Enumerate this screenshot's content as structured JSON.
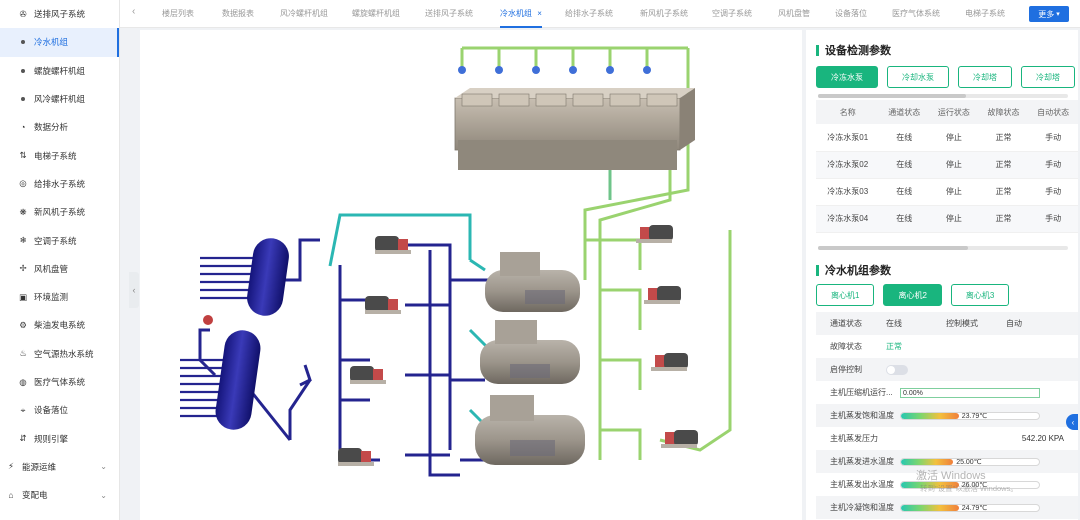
{
  "sidebar": {
    "items": [
      {
        "label": "送排风子系统",
        "icon": "fan-icon",
        "type": "main"
      },
      {
        "label": "冷水机组",
        "icon": "dot",
        "type": "sub",
        "active": true
      },
      {
        "label": "螺旋螺杆机组",
        "icon": "dot",
        "type": "sub"
      },
      {
        "label": "风冷螺杆机组",
        "icon": "dot",
        "type": "sub"
      },
      {
        "label": "数据分析",
        "icon": "analysis-icon",
        "type": "main"
      },
      {
        "label": "电梯子系统",
        "icon": "elevator-icon",
        "type": "main"
      },
      {
        "label": "给排水子系统",
        "icon": "water-icon",
        "type": "main"
      },
      {
        "label": "新风机子系统",
        "icon": "fresh-air-icon",
        "type": "main"
      },
      {
        "label": "空调子系统",
        "icon": "ac-icon",
        "type": "main"
      },
      {
        "label": "风机盘管",
        "icon": "fan-coil-icon",
        "type": "main"
      },
      {
        "label": "环境监测",
        "icon": "monitor-icon",
        "type": "main"
      },
      {
        "label": "柴油发电系统",
        "icon": "generator-icon",
        "type": "main"
      },
      {
        "label": "空气源热水系统",
        "icon": "heat-icon",
        "type": "main"
      },
      {
        "label": "医疗气体系统",
        "icon": "gas-icon",
        "type": "main"
      },
      {
        "label": "设备落位",
        "icon": "location-icon",
        "type": "main"
      },
      {
        "label": "规则引擎",
        "icon": "rule-icon",
        "type": "main"
      }
    ],
    "groups": [
      {
        "label": "能源运维",
        "icon": "energy-icon"
      },
      {
        "label": "变配电",
        "icon": "power-icon"
      }
    ]
  },
  "tabs": {
    "items": [
      "楼层列表",
      "数据报表",
      "风冷螺杆机组",
      "螺旋螺杆机组",
      "送排风子系统",
      "冷水机组",
      "给排水子系统",
      "新风机子系统",
      "空调子系统",
      "风机盘管",
      "设备落位",
      "医疗气体系统",
      "电梯子系统"
    ],
    "active_index": 5,
    "close_mark": "×",
    "more_label": "更多"
  },
  "detect": {
    "title": "设备检测参数",
    "buttons": [
      "冷冻水泵",
      "冷却水泵",
      "冷却塔",
      "冷却塔"
    ],
    "active_button": 0,
    "columns": [
      "名称",
      "通道状态",
      "运行状态",
      "故障状态",
      "自动状态"
    ],
    "rows": [
      [
        "冷冻水泵01",
        "在线",
        "停止",
        "正常",
        "手动"
      ],
      [
        "冷冻水泵02",
        "在线",
        "停止",
        "正常",
        "手动"
      ],
      [
        "冷冻水泵03",
        "在线",
        "停止",
        "正常",
        "手动"
      ],
      [
        "冷冻水泵04",
        "在线",
        "停止",
        "正常",
        "手动"
      ]
    ]
  },
  "chiller": {
    "title": "冷水机组参数",
    "buttons": [
      "离心机1",
      "离心机2",
      "离心机3"
    ],
    "active_button": 1,
    "channel_label": "通道状态",
    "channel_value": "在线",
    "control_label": "控制模式",
    "control_value": "自动",
    "fault_label": "故障状态",
    "fault_value": "正常",
    "start_label": "启停控制",
    "rows": [
      {
        "label": "主机压缩机运行...",
        "kind": "input",
        "text": "0.00%"
      },
      {
        "label": "主机蒸发饱和温度",
        "kind": "bar",
        "text": "23.79℃",
        "fraction": 0.42
      },
      {
        "label": "主机蒸发压力",
        "kind": "value",
        "text": "542.20 KPA"
      },
      {
        "label": "主机蒸发进水温度",
        "kind": "bar",
        "text": "25.00℃",
        "fraction": 0.38
      },
      {
        "label": "主机蒸发出水温度",
        "kind": "bar",
        "text": "26.00℃",
        "fraction": 0.42
      },
      {
        "label": "主机冷凝饱和温度",
        "kind": "bar",
        "text": "24.79℃",
        "fraction": 0.42
      }
    ]
  },
  "watermark": {
    "line1": "激活 Windows",
    "line2": "转到\"设置\"以激活 Windows。"
  },
  "colors": {
    "accent": "#19b57e",
    "primary": "#1f6fe0",
    "pipe_dark": "#23238f",
    "pipe_teal": "#26b3b0",
    "pipe_green": "#8fd26b"
  }
}
